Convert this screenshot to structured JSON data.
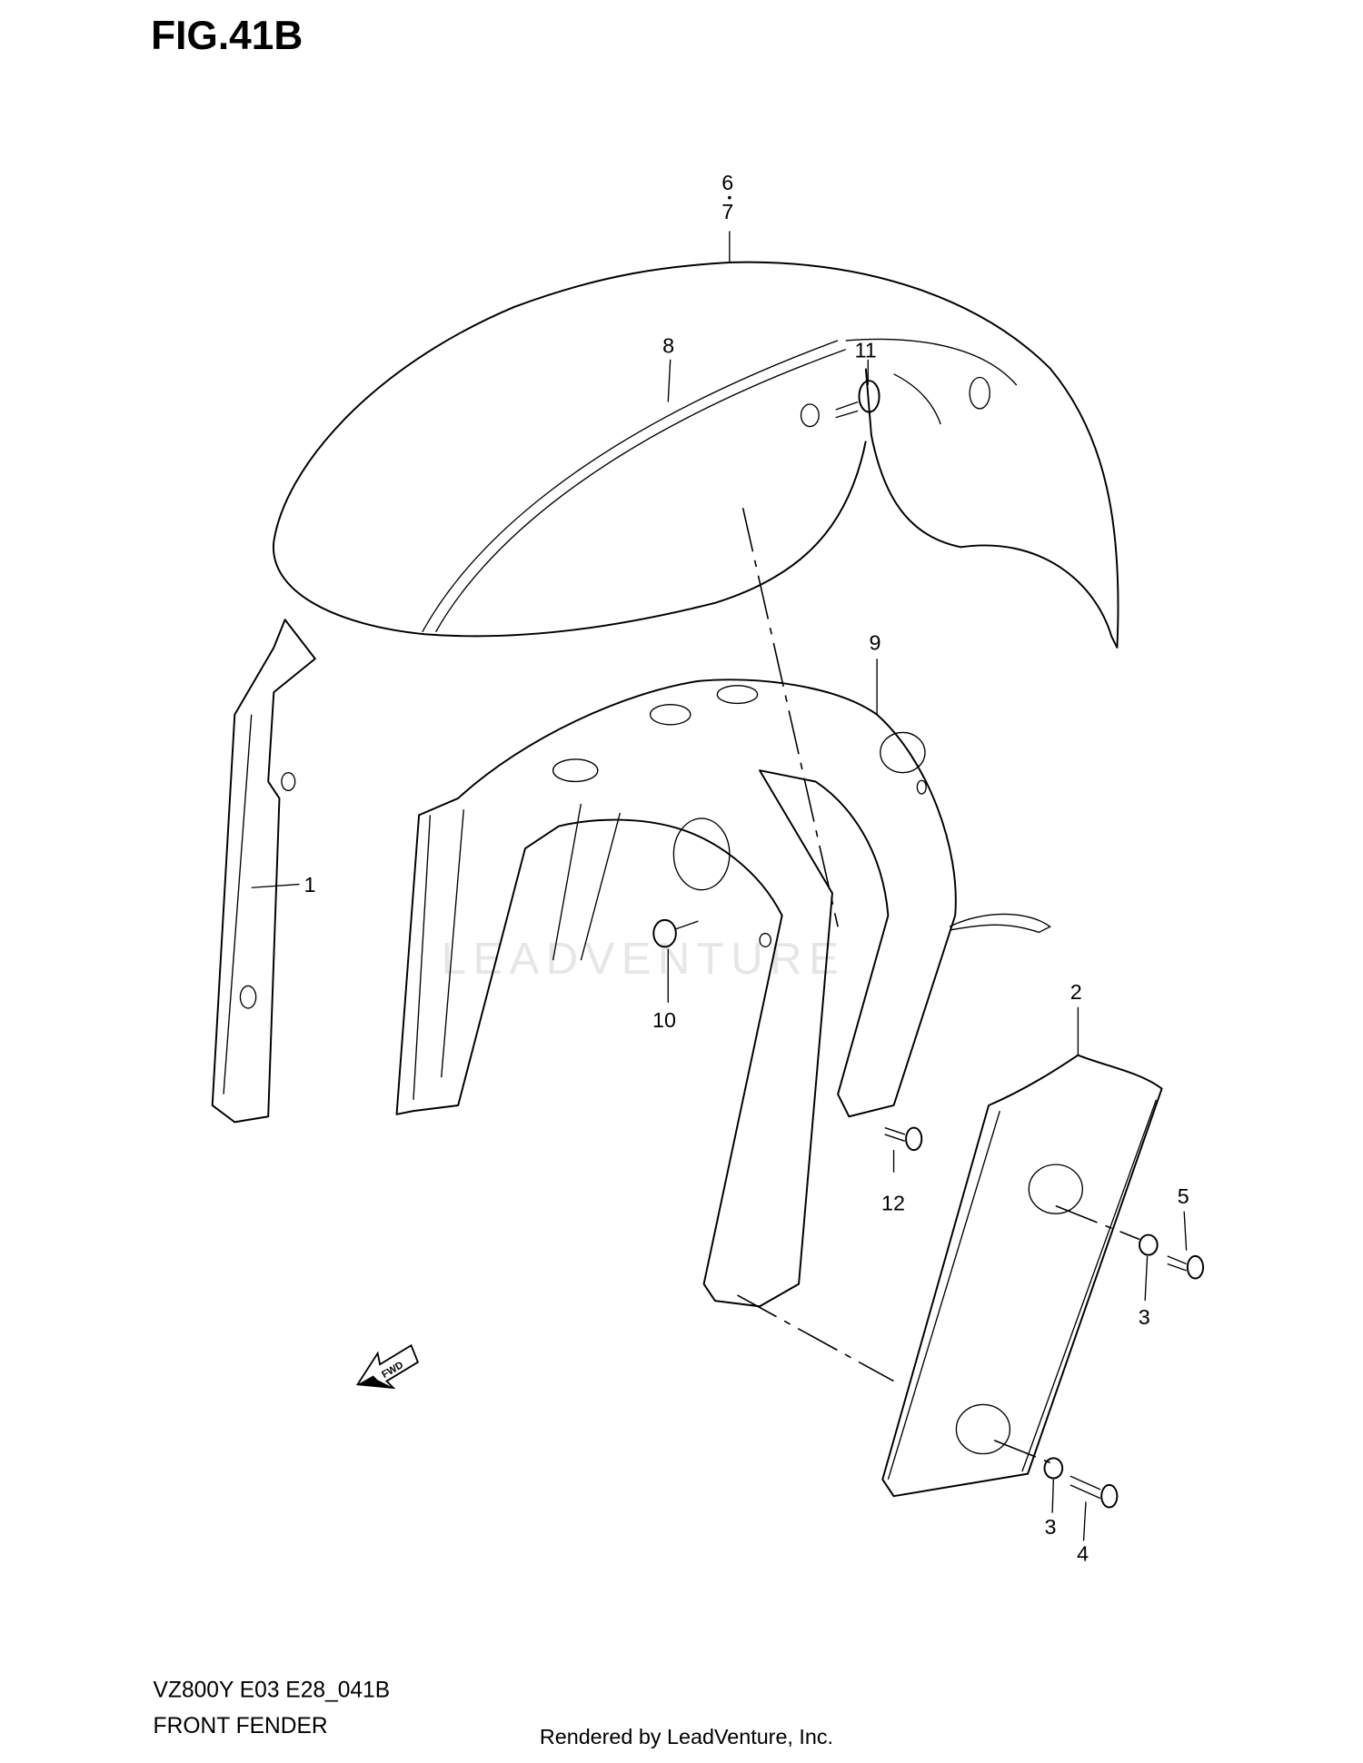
{
  "figure": {
    "title": "FIG.41B"
  },
  "watermark": "LEADVENTURE",
  "callouts": [
    "1",
    "2",
    "3",
    "3",
    "4",
    "5",
    "6",
    "7",
    "8",
    "9",
    "10",
    "11",
    "12"
  ],
  "fwd_label": "FWD",
  "footer": {
    "model_code": "VZ800Y E03 E28_041B",
    "section_name": "FRONT FENDER",
    "rendered_by": "Rendered by LeadVenture, Inc."
  }
}
